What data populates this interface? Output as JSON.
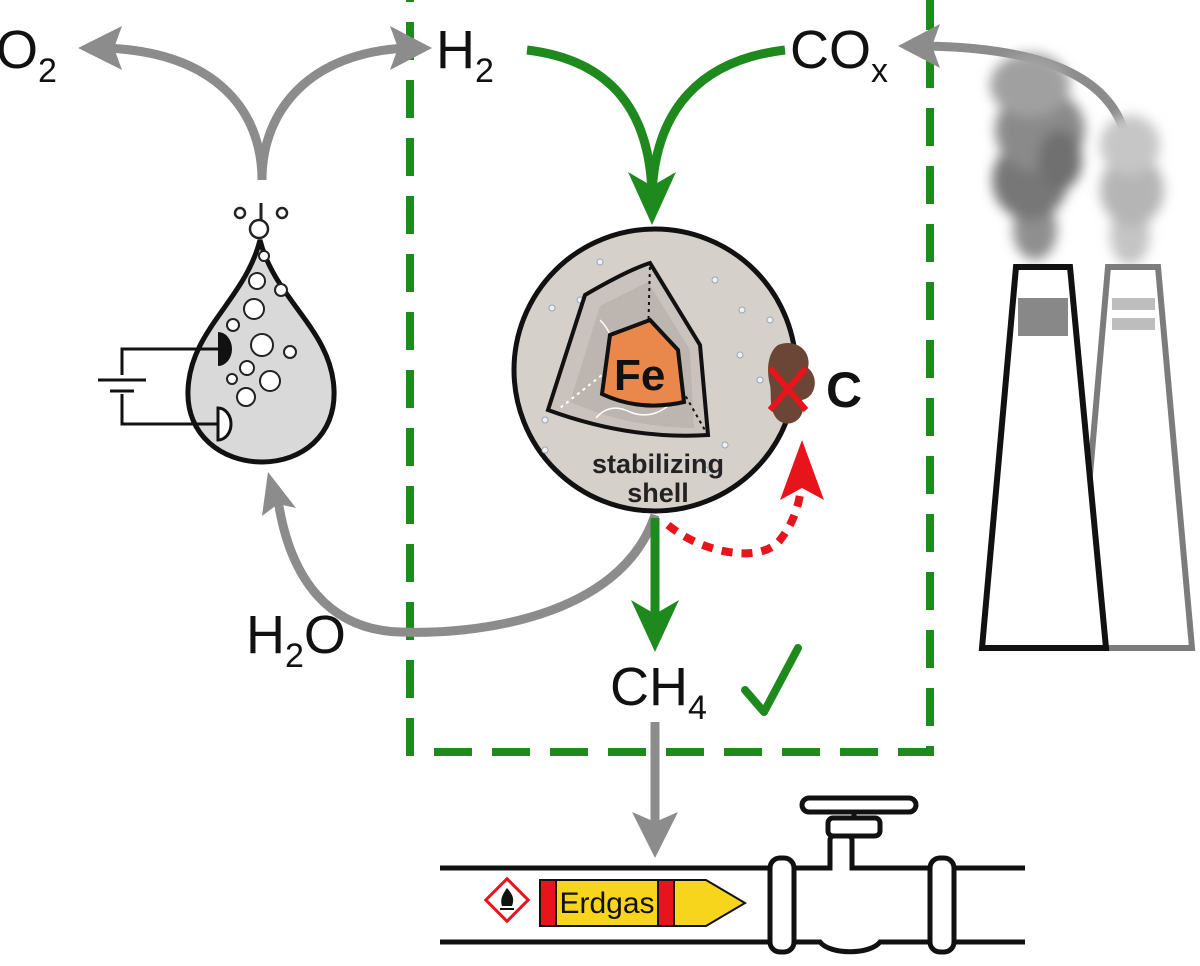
{
  "labels": {
    "o2": "O",
    "o2_sub": "2",
    "h2": "H",
    "h2_sub": "2",
    "cox": "CO",
    "cox_sub": "x",
    "h2o_h": "H",
    "h2o_sub": "2",
    "h2o_o": "O",
    "ch4": "CH",
    "ch4_sub": "4",
    "fe": "Fe",
    "carbon": "C",
    "shell_line1": "stabilizing",
    "shell_line2": "shell",
    "pipe_tag": "Erdgas"
  },
  "colors": {
    "green": "#1e8a1e",
    "gray_arrow": "#8c8c8c",
    "red": "#e8141c",
    "core": "#e9884a",
    "particle": "#d6d0cb",
    "drop": "#d9d9d9",
    "carbon_deposit": "#6b4535",
    "tag_yellow": "#f7d51d"
  }
}
